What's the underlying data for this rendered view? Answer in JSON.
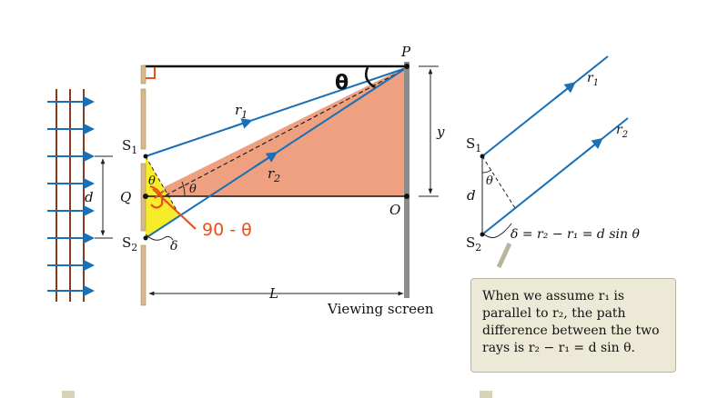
{
  "labels": {
    "P": "P",
    "O": "O",
    "Q": "Q",
    "S1": "S",
    "S1_sub": "1",
    "S2": "S",
    "S2_sub": "2",
    "d": "d",
    "y": "y",
    "L": "L",
    "r1": "r",
    "r1_sub": "1",
    "r2": "r",
    "r2_sub": "2",
    "theta": "θ",
    "delta": "δ",
    "viewing_screen": "Viewing screen"
  },
  "annotations": {
    "handwritten_theta": "θ",
    "handwritten_ninety_minus_theta": "90 - θ"
  },
  "right_figure": {
    "S1": "S",
    "S1_sub": "1",
    "S2": "S",
    "S2_sub": "2",
    "d": "d",
    "theta": "θ",
    "r1": "r",
    "r1_sub": "1",
    "r2": "r",
    "r2_sub": "2",
    "equation": "δ = r₂ − r₁ = d sin θ"
  },
  "callout": {
    "text": "When we assume r₁ is parallel to r₂, the path difference between the two rays is r₂ − r₁ = d sin θ."
  },
  "colors": {
    "ray_blue": "#1a6fb5",
    "wave_brown": "#8b3a1e",
    "triangle_salmon": "#efa080",
    "triangle_yellow": "#f7ec2a",
    "annotation_red": "#e8501d",
    "barrier": "#d9b98a",
    "screen_gray": "#8c8c8c",
    "callout_bg": "#ecead7"
  }
}
